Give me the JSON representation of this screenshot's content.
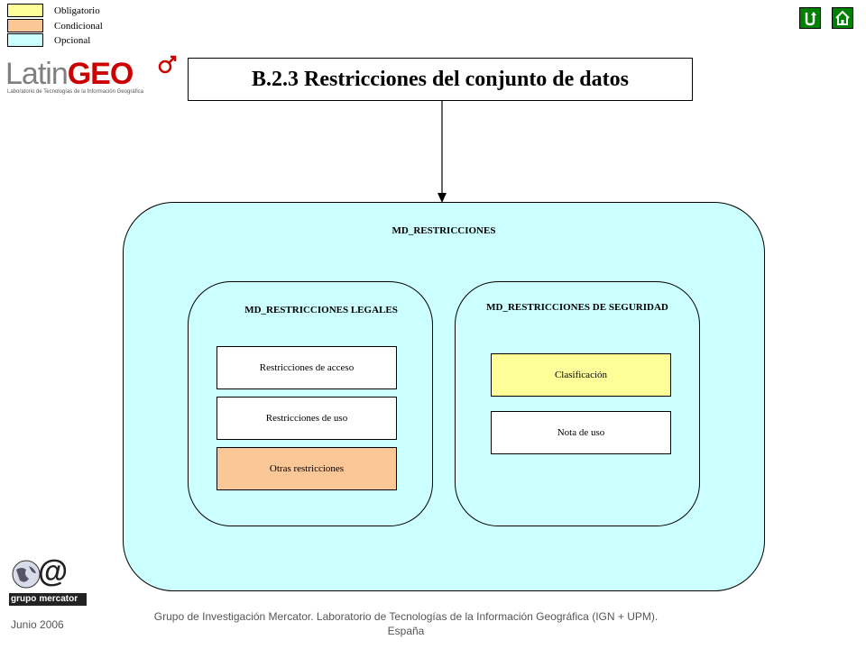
{
  "legend": [
    {
      "label": "Obligatorio",
      "color": "#ffff99"
    },
    {
      "label": "Condicional",
      "color": "#fbc797"
    },
    {
      "label": "Opcional",
      "color": "#ccffff"
    }
  ],
  "logo": {
    "name_part1": "Latin",
    "name_part2": "GEO",
    "tagline": "Laboratorio de Tecnologías de la Información Geográfica"
  },
  "title": "B.2.3  Restricciones del conjunto de datos",
  "outer": {
    "label": "MD_RESTRICCIONES"
  },
  "legal": {
    "label": "MD_RESTRICCIONES  LEGALES",
    "fields": [
      {
        "label": "Restricciones de acceso",
        "color": "#ffffff"
      },
      {
        "label": "Restricciones de uso",
        "color": "#ffffff"
      },
      {
        "label": "Otras restricciones",
        "color": "#fbc797"
      }
    ]
  },
  "security": {
    "label": "MD_RESTRICCIONES  DE SEGURIDAD",
    "fields": [
      {
        "label": "Clasificación",
        "color": "#ffff99"
      },
      {
        "label": "Nota de uso",
        "color": "#ffffff"
      }
    ]
  },
  "mercator_logo": {
    "text1": "grupo",
    "text2": "mercator"
  },
  "footer": {
    "date": "Junio 2006",
    "line1": "Grupo de Investigación Mercator. Laboratorio de Tecnologías de la Información Geográfica (IGN + UPM).",
    "line2": "España"
  },
  "nav": {
    "back_icon": "return-arrow-icon",
    "home_icon": "home-icon"
  }
}
